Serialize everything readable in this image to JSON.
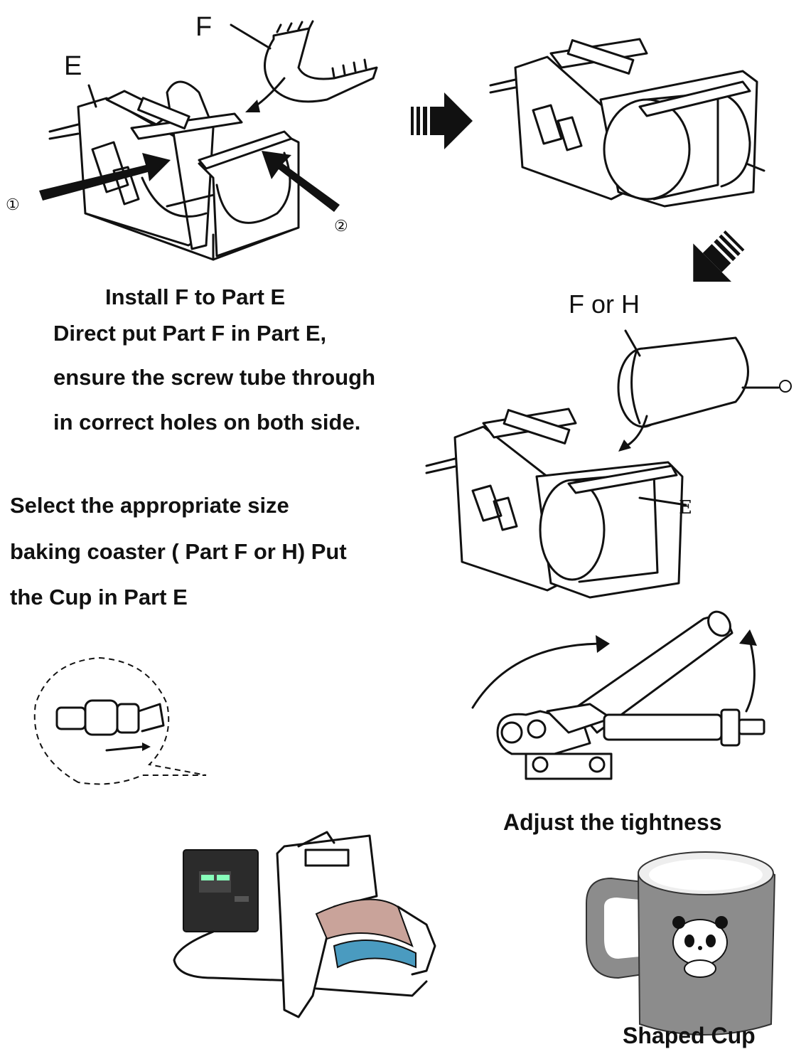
{
  "labels": {
    "part_f": "F",
    "part_e": "E",
    "marker_1": "①",
    "marker_2": "②",
    "f_or_h": "F or H",
    "part_e_small": "E"
  },
  "step1": {
    "title": "Install F to Part E",
    "lines": [
      "Direct put Part F in Part E,",
      "ensure the screw tube through",
      "in correct holes on both side."
    ]
  },
  "step2": {
    "lines": [
      "Select the appropriate size",
      "baking coaster ( Part F or H) Put",
      "the Cup in Part E"
    ]
  },
  "captions": {
    "adjust": "Adjust the tightness",
    "shaped_cup": "Shaped Cup"
  },
  "colors": {
    "ink": "#111111",
    "mug_body": "#8c8c8c",
    "mug_inner": "#eeeeee",
    "coaster_pink": "#c9a39a",
    "coaster_blue": "#4a9bc0",
    "controller": "#2b2b2b"
  }
}
